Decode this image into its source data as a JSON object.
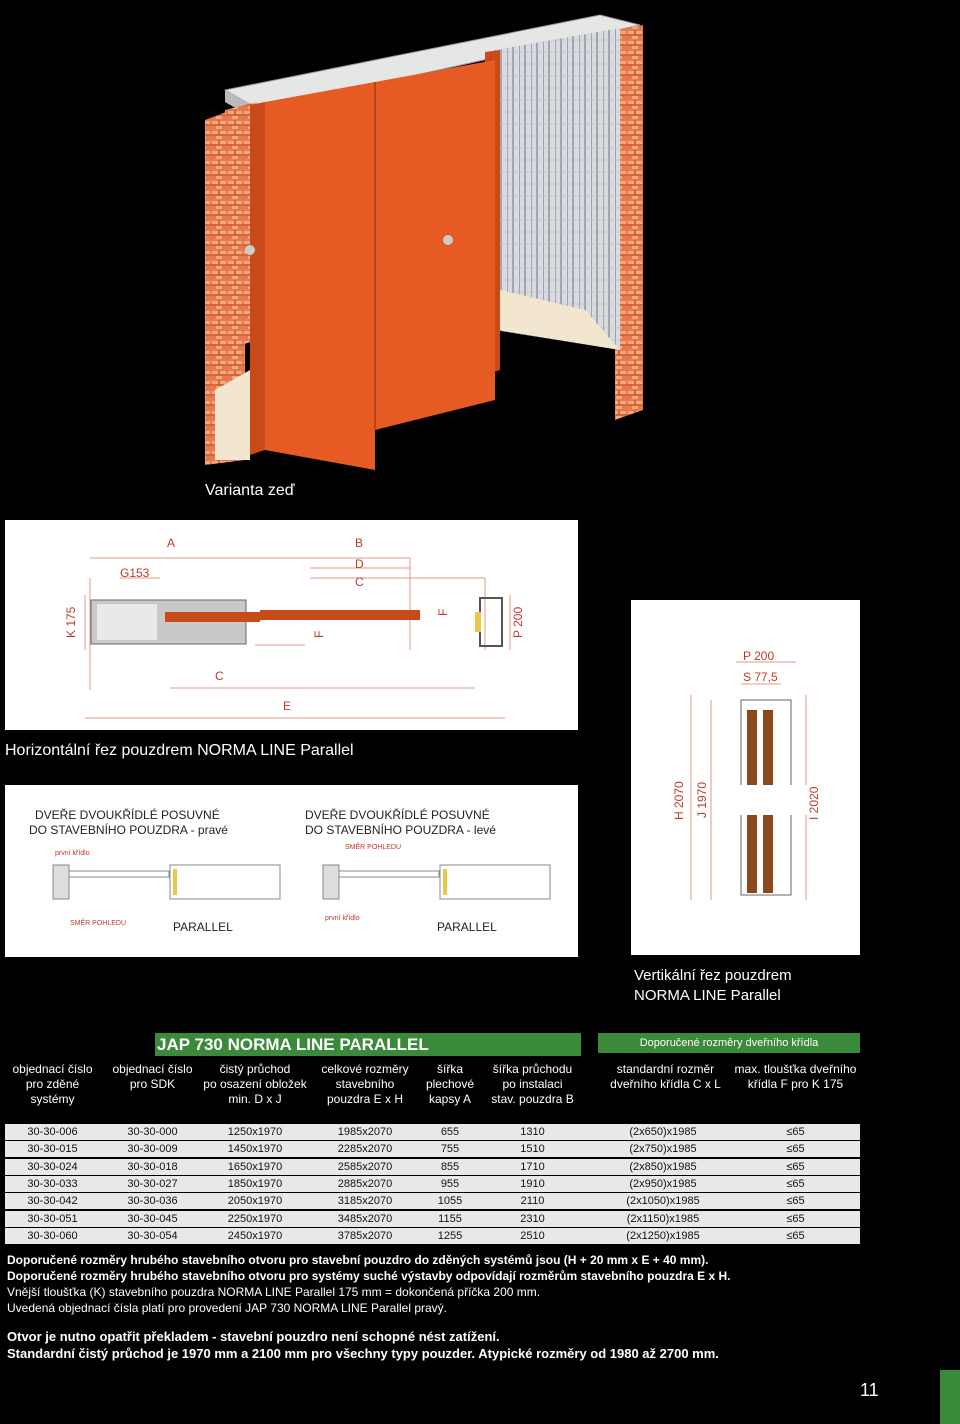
{
  "hero": {
    "caption": "Varianta zeď"
  },
  "hsection": {
    "caption": "Horizontální řez pouzdrem NORMA LINE Parallel",
    "labels": {
      "a": "A",
      "b": "B",
      "d": "D",
      "c_top": "C",
      "g": "G153",
      "k": "K 175",
      "f1": "F",
      "f2": "F",
      "p": "P 200",
      "c_bot": "C",
      "e": "E"
    }
  },
  "doors": {
    "right_title1": "DVEŘE DVOUKŘÍDLÉ POSUVNÉ",
    "right_title2": "DO STAVEBNÍHO POUZDRA - pravé",
    "left_title1": "DVEŘE DVOUKŘÍDLÉ POSUVNÉ",
    "left_title2": "DO STAVEBNÍHO POUZDRA - levé",
    "prvni_kridlo_1": "první křídlo",
    "smer_pohledu_1": "SMĚR POHLEDU",
    "smer_pohledu_2": "SMĚR POHLEDU",
    "prvni_kridlo_2": "první křídlo",
    "parallel_1": "PARALLEL",
    "parallel_2": "PARALLEL"
  },
  "vsection": {
    "caption_line1": "Vertikální řez pouzdrem",
    "caption_line2": "NORMA LINE Parallel",
    "labels": {
      "p": "P 200",
      "s": "S 77,5",
      "h": "H 2070",
      "j": "J 1970",
      "i": "I 2020"
    }
  },
  "table": {
    "title": "JAP 730 NORMA LINE PARALLEL",
    "title2": "Doporučené rozměry dveřního křídla",
    "headers": [
      [
        "objednací číslo",
        "pro zděné",
        "systémy"
      ],
      [
        "objednací číslo",
        "pro SDK"
      ],
      [
        "čistý průchod",
        "po osazení obložek",
        "min. D x J"
      ],
      [
        "celkové rozměry",
        "stavebního",
        "pouzdra E x H"
      ],
      [
        "šířka",
        "plechové",
        "kapsy A"
      ],
      [
        "šířka průchodu",
        "po instalaci",
        "stav. pouzdra B"
      ],
      [
        "standardní rozměr",
        "dveřního křídla C x L"
      ],
      [
        "max. tloušťka dveřního",
        "křídla F pro K 175"
      ]
    ],
    "rows": [
      [
        "30-30-006",
        "30-30-000",
        "1250x1970",
        "1985x2070",
        "655",
        "1310",
        "(2x650)x1985",
        "≤65"
      ],
      [
        "30-30-015",
        "30-30-009",
        "1450x1970",
        "2285x2070",
        "755",
        "1510",
        "(2x750)x1985",
        "≤65"
      ],
      [
        "30-30-024",
        "30-30-018",
        "1650x1970",
        "2585x2070",
        "855",
        "1710",
        "(2x850)x1985",
        "≤65"
      ],
      [
        "30-30-033",
        "30-30-027",
        "1850x1970",
        "2885x2070",
        "955",
        "1910",
        "(2x950)x1985",
        "≤65"
      ],
      [
        "30-30-042",
        "30-30-036",
        "2050x1970",
        "3185x2070",
        "1055",
        "2110",
        "(2x1050)x1985",
        "≤65"
      ],
      [
        "30-30-051",
        "30-30-045",
        "2250x1970",
        "3485x2070",
        "1155",
        "2310",
        "(2x1150)x1985",
        "≤65"
      ],
      [
        "30-30-060",
        "30-30-054",
        "2450x1970",
        "3785x2070",
        "1255",
        "2510",
        "(2x1250)x1985",
        "≤65"
      ]
    ]
  },
  "notes": [
    "Doporučené rozměry hrubého stavebního otvoru pro stavební pouzdro do zděných systémů jsou (H + 20 mm x E + 40 mm).",
    "Doporučené rozměry hrubého stavebního otvoru pro systémy suché výstavby odpovídají rozměrům stavebního pouzdra E x H.",
    "Vnější tloušťka (K) stavebního pouzdra  NORMA LINE Parallel 175 mm = dokončená příčka 200 mm.",
    "Uvedená objednací čísla platí pro provedení JAP 730 NORMA LINE Parallel pravý."
  ],
  "bottom_notes": [
    "Otvor je nutno opatřit překladem - stavební pouzdro není schopné nést zatížení.",
    "Standardní čistý průchod je 1970 mm a 2100 mm pro všechny typy pouzder. Atypické rozměry od 1980 až 2700 mm."
  ],
  "page_number": "11",
  "colors": {
    "green": "#3b8a3b",
    "door_orange": "#e65a24",
    "brick": "#e8794c",
    "dim_red": "#c0392b"
  }
}
